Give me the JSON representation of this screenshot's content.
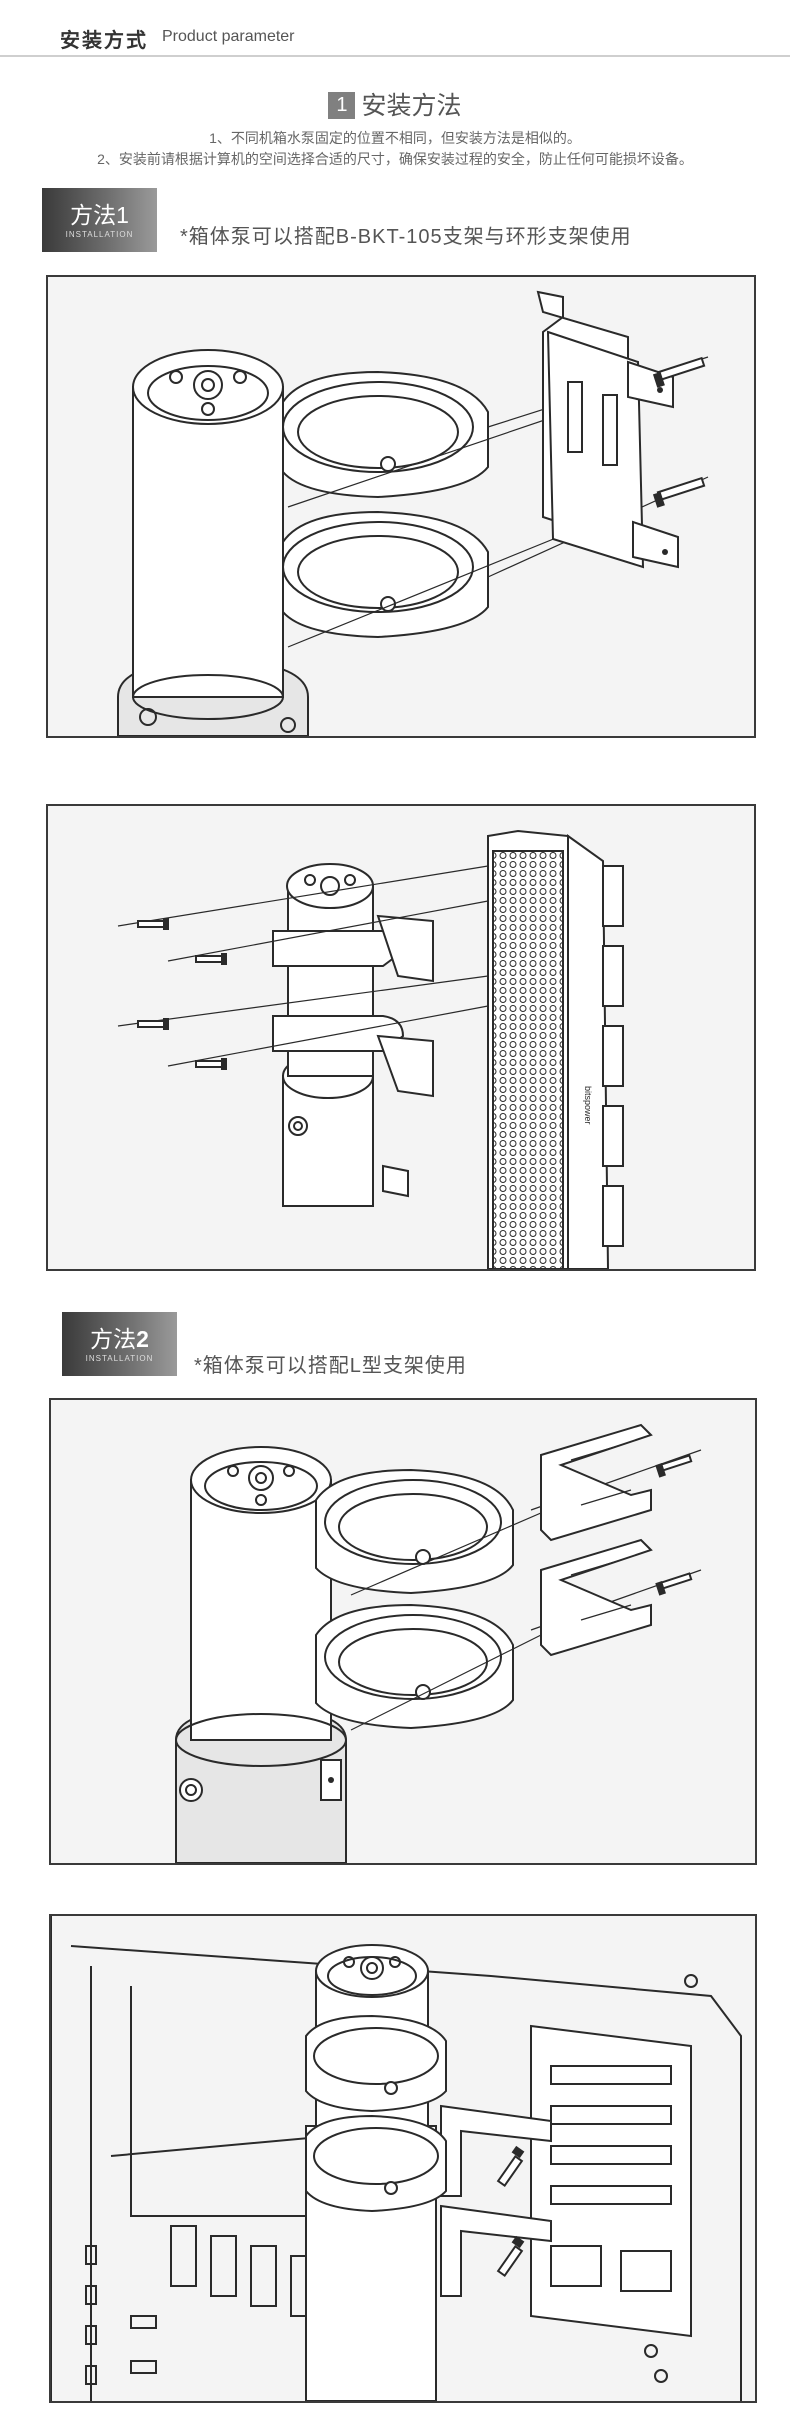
{
  "header": {
    "title_cn": "安装方式",
    "title_en": "Product parameter"
  },
  "section": {
    "number": "1",
    "title": "安装方法"
  },
  "intro": {
    "line1": "1、不同机箱水泵固定的位置不相同，但安装方法是相似的。",
    "line2": "2、安装前请根据计算机的空间选择合适的尺寸，确保安装过程的安全，防止任何可能损坏设备。"
  },
  "method1": {
    "label": "方法1",
    "sub": "INSTALLATION",
    "note": "*箱体泵可以搭配B-BKT-105支架与环形支架使用"
  },
  "method2": {
    "label_prefix": "方法",
    "label_num": "2",
    "sub": "INSTALLATION",
    "note": "*箱体泵可以搭配L型支架使用"
  },
  "radiator_brand": "bitspower"
}
